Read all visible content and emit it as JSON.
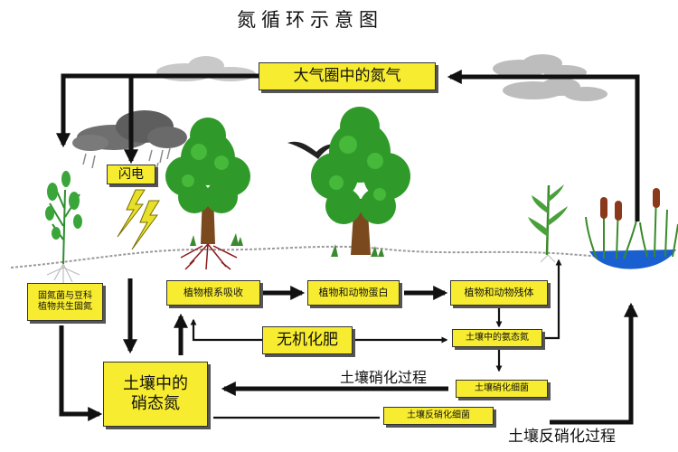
{
  "title": "氮循环示意图",
  "nodes": {
    "atmosphere": "大气圈中的氮气",
    "lightning": "闪电",
    "fixation_line1": "固氮菌与豆科",
    "fixation_line2": "植物共生固氮",
    "root_absorb": "植物根系吸收",
    "protein": "植物和动物蛋白",
    "remains": "植物和动物残体",
    "ammonium": "土壤中的氨态氮",
    "fertilizer": "无机化肥",
    "nitrate_line1": "土壤中的",
    "nitrate_line2": "硝态氮",
    "nitrifying": "土壤硝化细菌",
    "denitrifying": "土壤反硝化细菌"
  },
  "labels": {
    "nitrification": "土壤硝化过程",
    "denitrification": "土壤反硝化过程"
  },
  "colors": {
    "box_fill": "#f7ec2f",
    "arrow": "#111111",
    "tree_green": "#2f9a2a",
    "water": "#1a5fd0"
  }
}
